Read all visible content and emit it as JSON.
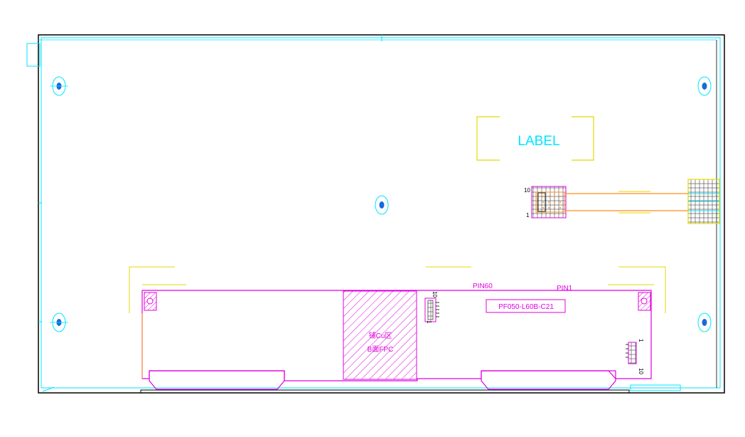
{
  "labels": {
    "label_box": "LABEL",
    "pin60": "PIN60",
    "pin1": "PIN1",
    "part_number": "PF050-L60B-C21",
    "fpc_line1": "铺Cu区",
    "fpc_line2": "B面FPC",
    "conn_small_num_top": "10",
    "conn_small_num_bottom": "1",
    "conn_left_bot_num_top": "10",
    "conn_left_bot_num_bottom": "1",
    "conn_right_bot_num_top": "1",
    "conn_right_bot_num_bottom": "10"
  },
  "colors": {
    "outline": "#000000",
    "cyan": "#00e5ff",
    "magenta": "#e000e0",
    "yellow": "#e6d800",
    "orange": "#ff8c1a",
    "blue_fill": "#1a6ad9",
    "label_text": "#00e5ff"
  }
}
